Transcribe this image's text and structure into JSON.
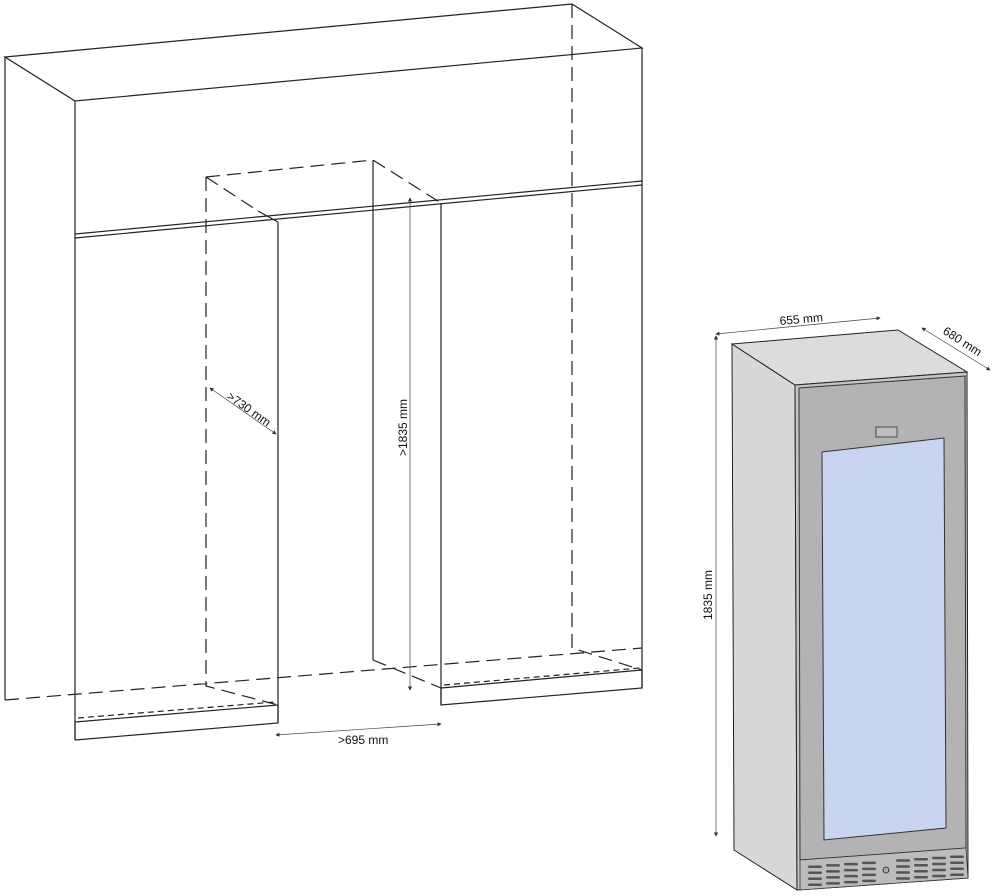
{
  "niche_dimensions": {
    "depth": ">730 mm",
    "height": ">1835 mm",
    "width": ">695 mm"
  },
  "appliance_dimensions": {
    "width": "655 mm",
    "depth": "680 mm",
    "height": "1835 mm"
  },
  "colors": {
    "side": "#d8d8d8",
    "top": "#dcdcdc",
    "door": "#b3b3b3",
    "glass": "#c9d5f0"
  }
}
